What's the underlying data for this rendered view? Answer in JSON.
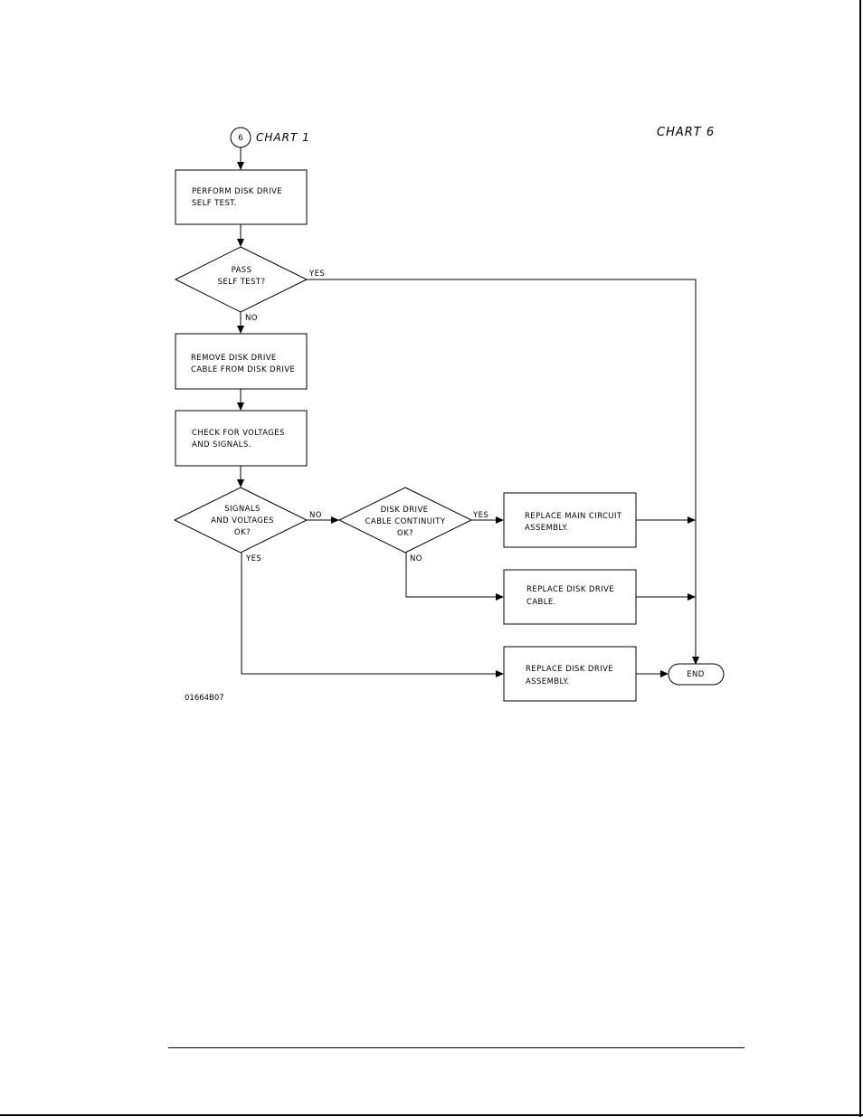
{
  "page_title": "CHART 6",
  "connector": {
    "number": "6",
    "label": "CHART 1"
  },
  "steps": {
    "perform_self_test": [
      "PERFORM DISK DRIVE",
      "SELF TEST."
    ],
    "remove_cable": [
      "REMOVE DISK DRIVE",
      "CABLE FROM DISK DRIVE"
    ],
    "check_voltages": [
      "CHECK FOR VOLTAGES",
      "AND SIGNALS."
    ],
    "replace_main_circuit": [
      "REPLACE MAIN CIRCUIT",
      "ASSEMBLY."
    ],
    "replace_cable": [
      "REPLACE DISK DRIVE",
      "CABLE."
    ],
    "replace_drive_assembly": [
      "REPLACE DISK DRIVE",
      "ASSEMBLY."
    ]
  },
  "decisions": {
    "pass_self_test": [
      "PASS",
      "SELF TEST?"
    ],
    "signals_voltages_ok": [
      "SIGNALS",
      "AND VOLTAGES",
      "OK?"
    ],
    "cable_continuity_ok": [
      "DISK DRIVE",
      "CABLE CONTINUITY",
      "OK?"
    ]
  },
  "branch_labels": {
    "pass_yes": "YES",
    "pass_no": "NO",
    "signals_no": "NO",
    "signals_yes": "YES",
    "continuity_yes": "YES",
    "continuity_no": "NO"
  },
  "terminal": {
    "end": "END"
  },
  "figure_id": "01664B07"
}
